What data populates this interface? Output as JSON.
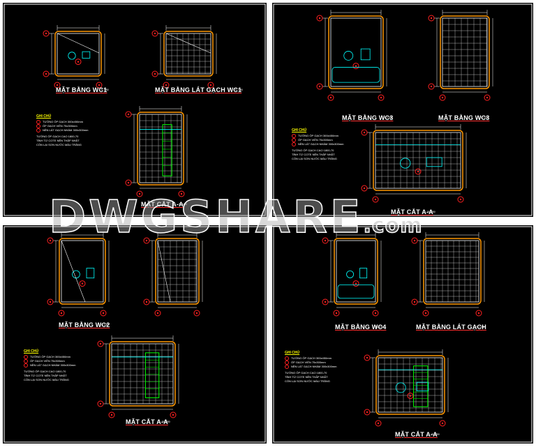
{
  "watermark": {
    "main": "DWGSHARE",
    "suffix": ".com"
  },
  "colors": {
    "sheet": "#000000",
    "frame": "#ffffff",
    "wall": "#ff9900",
    "tile": "#d8d8d8",
    "dim": "#ffffff",
    "axis": "#ff2020",
    "fixture": "#00ffff",
    "door": "#00ff00",
    "title_underline": "#ff3030"
  },
  "sheets": [
    {
      "titles": [
        {
          "label": "MẶT BẰNG WC1",
          "scale": "TL 1/50"
        },
        {
          "label": "MẶT BẰNG LÁT GẠCH WC1",
          "scale": "TL 1/50"
        },
        {
          "label": "MẶT CẮT A-A",
          "scale": "TL 1/50"
        }
      ]
    },
    {
      "titles": [
        {
          "label": "MẶT BẰNG WC3",
          "scale": "TL 1/50"
        },
        {
          "label": "MẶT BẰNG WC3",
          "scale": "TL 1/50"
        },
        {
          "label": "MẶT CẮT A-A",
          "scale": "TL 1/50"
        }
      ]
    },
    {
      "titles": [
        {
          "label": "MẶT BẰNG WC2",
          "scale": "TL 1/50"
        },
        {
          "label": "MẶT CẮT A-A",
          "scale": "TL 1/50"
        }
      ]
    },
    {
      "titles": [
        {
          "label": "MẶT BẰNG WC4",
          "scale": "TL 1/50"
        },
        {
          "label": "MẶT BẰNG LÁT GẠCH",
          "scale": "TL 1/50"
        },
        {
          "label": "MẶT CẮT A-A",
          "scale": "TL 1/50"
        }
      ]
    }
  ],
  "notes": {
    "title": "GHI CHÚ",
    "line1": "TƯỜNG ỐP GẠCH 300x450mm",
    "line2": "ỐP GẠCH VIỀN 75x300mm",
    "line3": "NỀN LÁT GẠCH NHÁM 300x300mm",
    "line4": "TƯỜNG ỐP GẠCH CAO 1800-70",
    "line5": "TÍNH TỪ COTE NỀN THẤP NHẤT",
    "line6": "CÒN LẠI SƠN NƯỚC MÀU TRẮNG"
  }
}
